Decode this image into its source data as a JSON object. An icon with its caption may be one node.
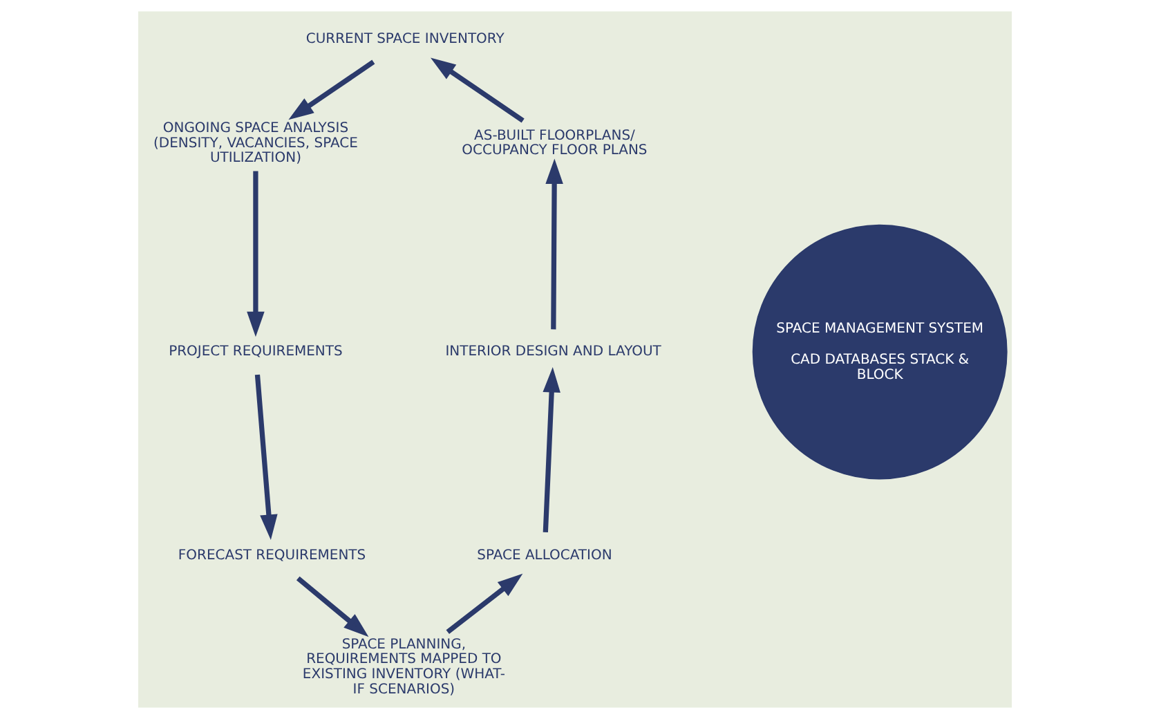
{
  "diagram": {
    "nodes": [
      {
        "text": [
          "CURRENT SPACE INVENTORY"
        ]
      },
      {
        "text": [
          "AS-BUILT FLOORPLANS/ OCCUPANCY FLOOR PLANS"
        ]
      },
      {
        "text": [
          "ONGOING SPACE ANALYSIS (DENSITY, VACANCIES, SPACE UTILIZATION)"
        ]
      },
      {
        "text": [
          "SPACE MANAGEMENT SYSTEM",
          "CAD DATABASES STACK & BLOCK"
        ]
      },
      {
        "text": [
          "INTERIOR DESIGN AND LAYOUT"
        ]
      },
      {
        "text": [
          "PROJECT REQUIREMENTS"
        ]
      },
      {
        "text": [
          "SPACE ALLOCATION"
        ]
      },
      {
        "text": [
          "FORECAST REQUIREMENTS"
        ]
      },
      {
        "text": [
          "SPACE PLANNING, REQUIREMENTS MAPPED TO EXISTING INVENTORY (WHAT-IF SCENARIOS)"
        ]
      }
    ],
    "edges": [
      {
        "from": 0,
        "to": 2,
        "arrow": "to"
      },
      {
        "from": 2,
        "to": 5,
        "arrow": "to"
      },
      {
        "from": 5,
        "to": 7,
        "arrow": "to"
      },
      {
        "from": 7,
        "to": 8,
        "arrow": "to"
      },
      {
        "from": 8,
        "to": 6,
        "arrow": "to"
      },
      {
        "from": 6,
        "to": 4,
        "arrow": "to"
      },
      {
        "from": 4,
        "to": 1,
        "arrow": "to"
      },
      {
        "from": 1,
        "to": 0,
        "arrow": "to"
      }
    ]
  }
}
